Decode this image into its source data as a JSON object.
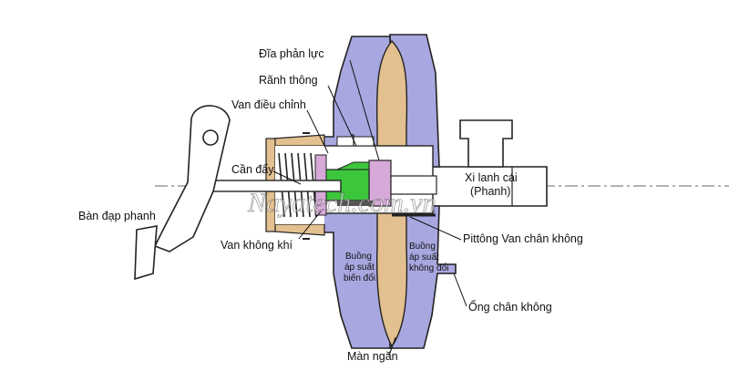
{
  "labels": {
    "reaction_disc": "Đĩa phản lực",
    "vent_groove": "Rãnh thông",
    "control_valve": "Van điều chỉnh",
    "push_rod": "Cần đẩy",
    "brake_pedal": "Bàn đạp phanh",
    "air_valve": "Van không khí",
    "variable_chamber": [
      "Buồng",
      "áp suất",
      "biến đổi"
    ],
    "constant_chamber": [
      "Buồng",
      "áp suất",
      "không đổi"
    ],
    "master_cylinder": [
      "Xi lanh cái",
      "(Phanh)"
    ],
    "vacuum_piston": "Pittông Van chân không",
    "vacuum_pipe": "Ống chân không",
    "diaphragm": "Màn ngăn"
  },
  "watermark": "Nayatech.com.vn",
  "colors": {
    "housing": "#a8a7e0",
    "diaphragm": "#e3c08f",
    "valve_green": "#3cc63c",
    "valve_pink": "#d6a9d8",
    "outline": "#222222"
  }
}
